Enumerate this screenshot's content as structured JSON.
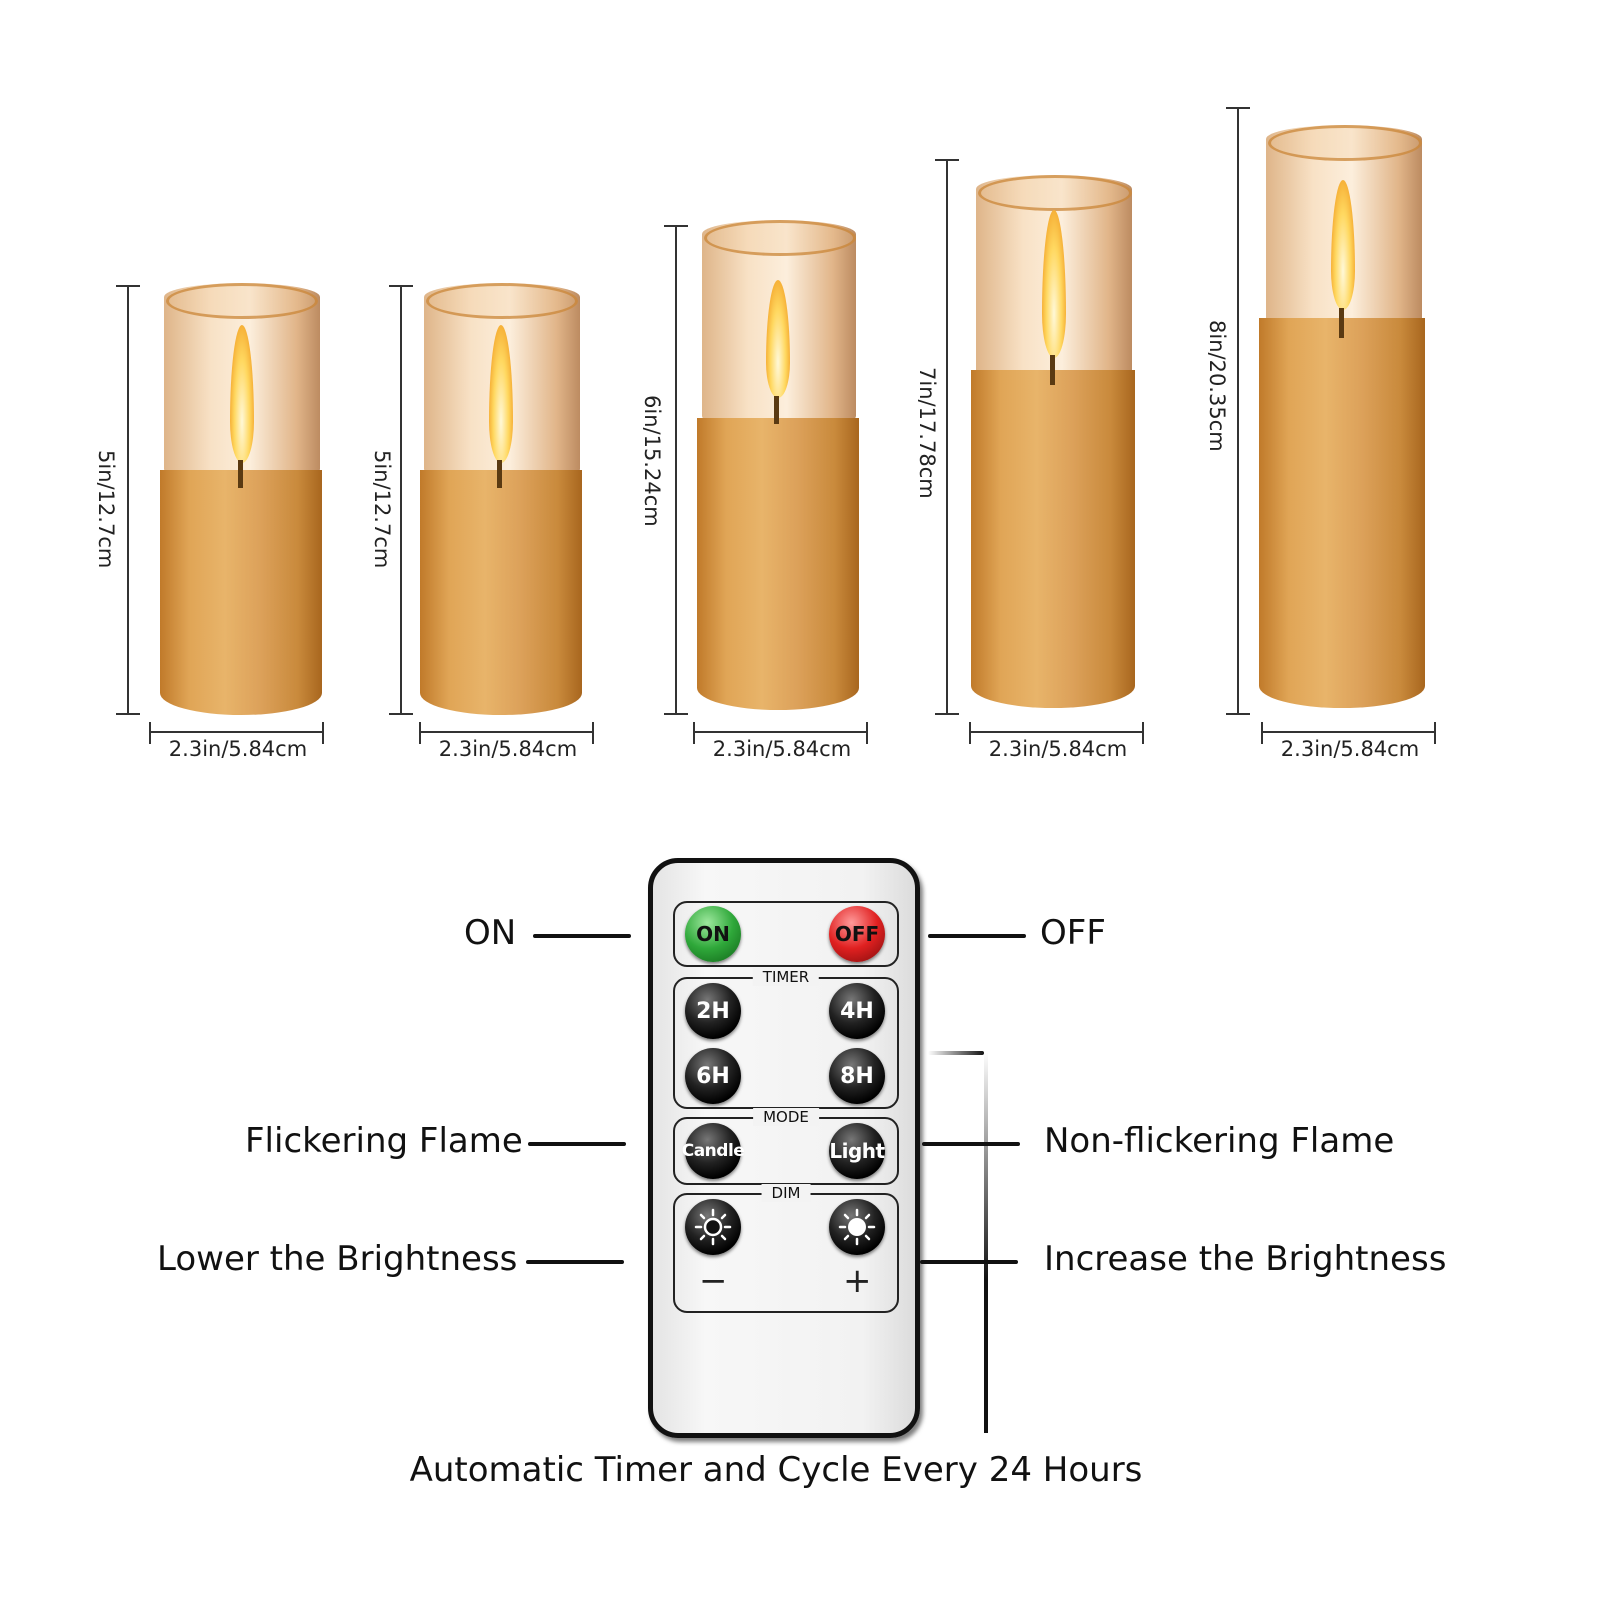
{
  "candles": [
    {
      "height_label": "5in/12.7cm",
      "width_label": "2.3in/5.84cm"
    },
    {
      "height_label": "5in/12.7cm",
      "width_label": "2.3in/5.84cm"
    },
    {
      "height_label": "6in/15.24cm",
      "width_label": "2.3in/5.84cm"
    },
    {
      "height_label": "7in/17.78cm",
      "width_label": "2.3in/5.84cm"
    },
    {
      "height_label": "8in/20.35cm",
      "width_label": "2.3in/5.84cm"
    }
  ],
  "remote": {
    "power": {
      "on_label": "ON",
      "off_label": "OFF",
      "on_color": "#2fa83a",
      "off_color": "#e02020"
    },
    "timer": {
      "title": "TIMER",
      "buttons": [
        "2H",
        "4H",
        "6H",
        "8H"
      ]
    },
    "mode": {
      "title": "MODE",
      "buttons": [
        "Candle",
        "Light"
      ]
    },
    "dim": {
      "title": "DIM",
      "icons": [
        "sun-dim-icon",
        "sun-bright-icon"
      ],
      "minus": "−",
      "plus": "+"
    }
  },
  "callouts": {
    "on": "ON",
    "off": "OFF",
    "flickering": "Flickering Flame",
    "non_flickering": "Non-flickering Flame",
    "lower": "Lower the Brightness",
    "increase": "Increase the Brightness"
  },
  "footer": "Automatic Timer and Cycle Every 24 Hours"
}
